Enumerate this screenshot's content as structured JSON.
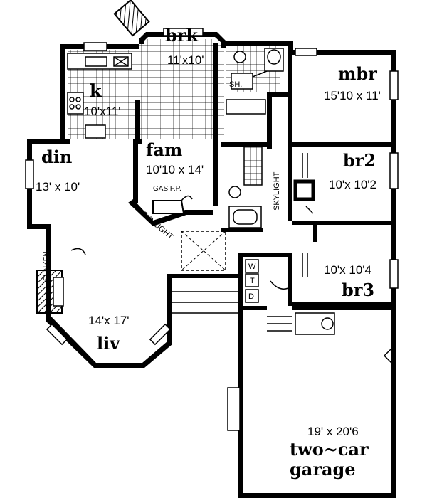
{
  "rooms": {
    "brk": {
      "name": "brk",
      "dims": "11'x10'"
    },
    "k": {
      "name": "k",
      "dims": "10'x11'"
    },
    "mbr": {
      "name": "mbr",
      "dims": "15'10 x 11'"
    },
    "fam": {
      "name": "fam",
      "dims": "10'10 x 14'"
    },
    "din": {
      "name": "din",
      "dims": "13' x 10'"
    },
    "br2": {
      "name": "br2",
      "dims": "10'x 10'2"
    },
    "br3": {
      "name": "br3",
      "dims": "10'x 10'4"
    },
    "liv": {
      "name": "liv",
      "dims": "14'x 17'"
    },
    "garage": {
      "line1": "two~car",
      "line2": "garage",
      "dims": "19' x 20'6"
    }
  },
  "labels": {
    "shower": "SH.",
    "gas_fp": "GAS F.P.",
    "skylight_hall": "SKYLIGHT",
    "skylight_bath": "SKYLIGHT",
    "sunken": "SUNKEN",
    "washer": "W",
    "dryer": "D",
    "tub": "T"
  },
  "colors": {
    "ink": "#000000",
    "paper": "#ffffff"
  }
}
